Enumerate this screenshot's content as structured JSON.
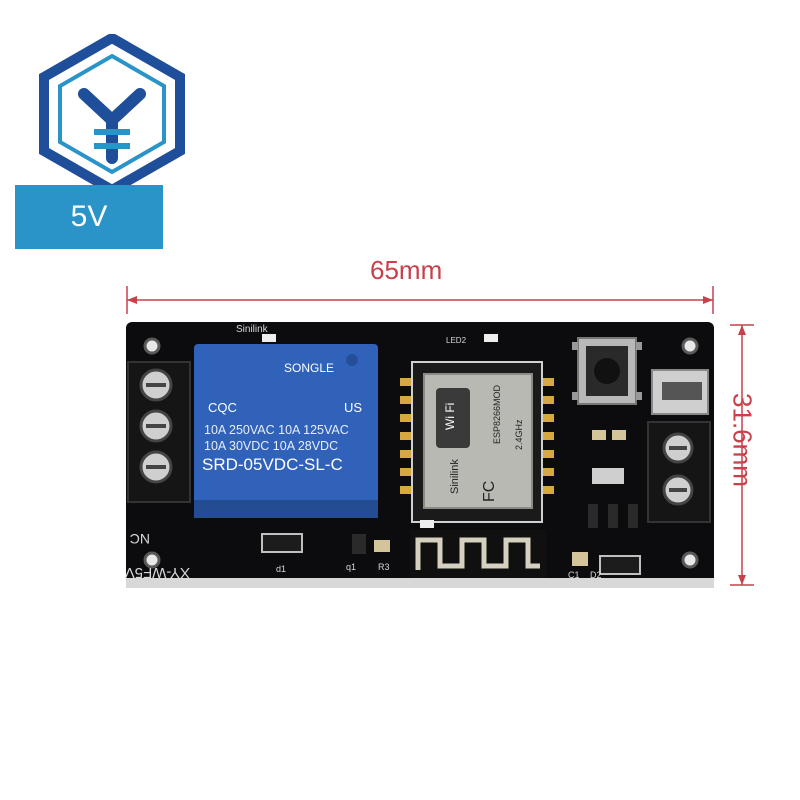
{
  "badge": {
    "voltage": "5V"
  },
  "dimensions": {
    "width": "65mm",
    "height": "31.6mm"
  },
  "relay": {
    "brand": "SONGLE",
    "rating_line1": "10A 250VAC  10A 125VAC",
    "rating_line2": "10A  30VDC  10A  28VDC",
    "model": "SRD-05VDC-SL-C",
    "cert_left": "CQC",
    "cert_right": "US"
  },
  "module": {
    "wifi": "Wi Fi",
    "vendor": "Sinilink",
    "model": "ESP8266MOD",
    "freq": "2.4GHz",
    "fc": "FC"
  },
  "silkscreen": {
    "board_name": "XY-WF5V",
    "nc": "NC",
    "brand": "Sinilink",
    "led2": "LED2",
    "d1": "d1",
    "q1": "q1",
    "r3": "R3",
    "d2": "D2",
    "c1": "C1"
  },
  "colors": {
    "pcb": "#0c0c0e",
    "relay": "#2f62b8",
    "badge": "#2a94c9",
    "dimension": "#c8404a",
    "logo": "#1f4e9a"
  }
}
